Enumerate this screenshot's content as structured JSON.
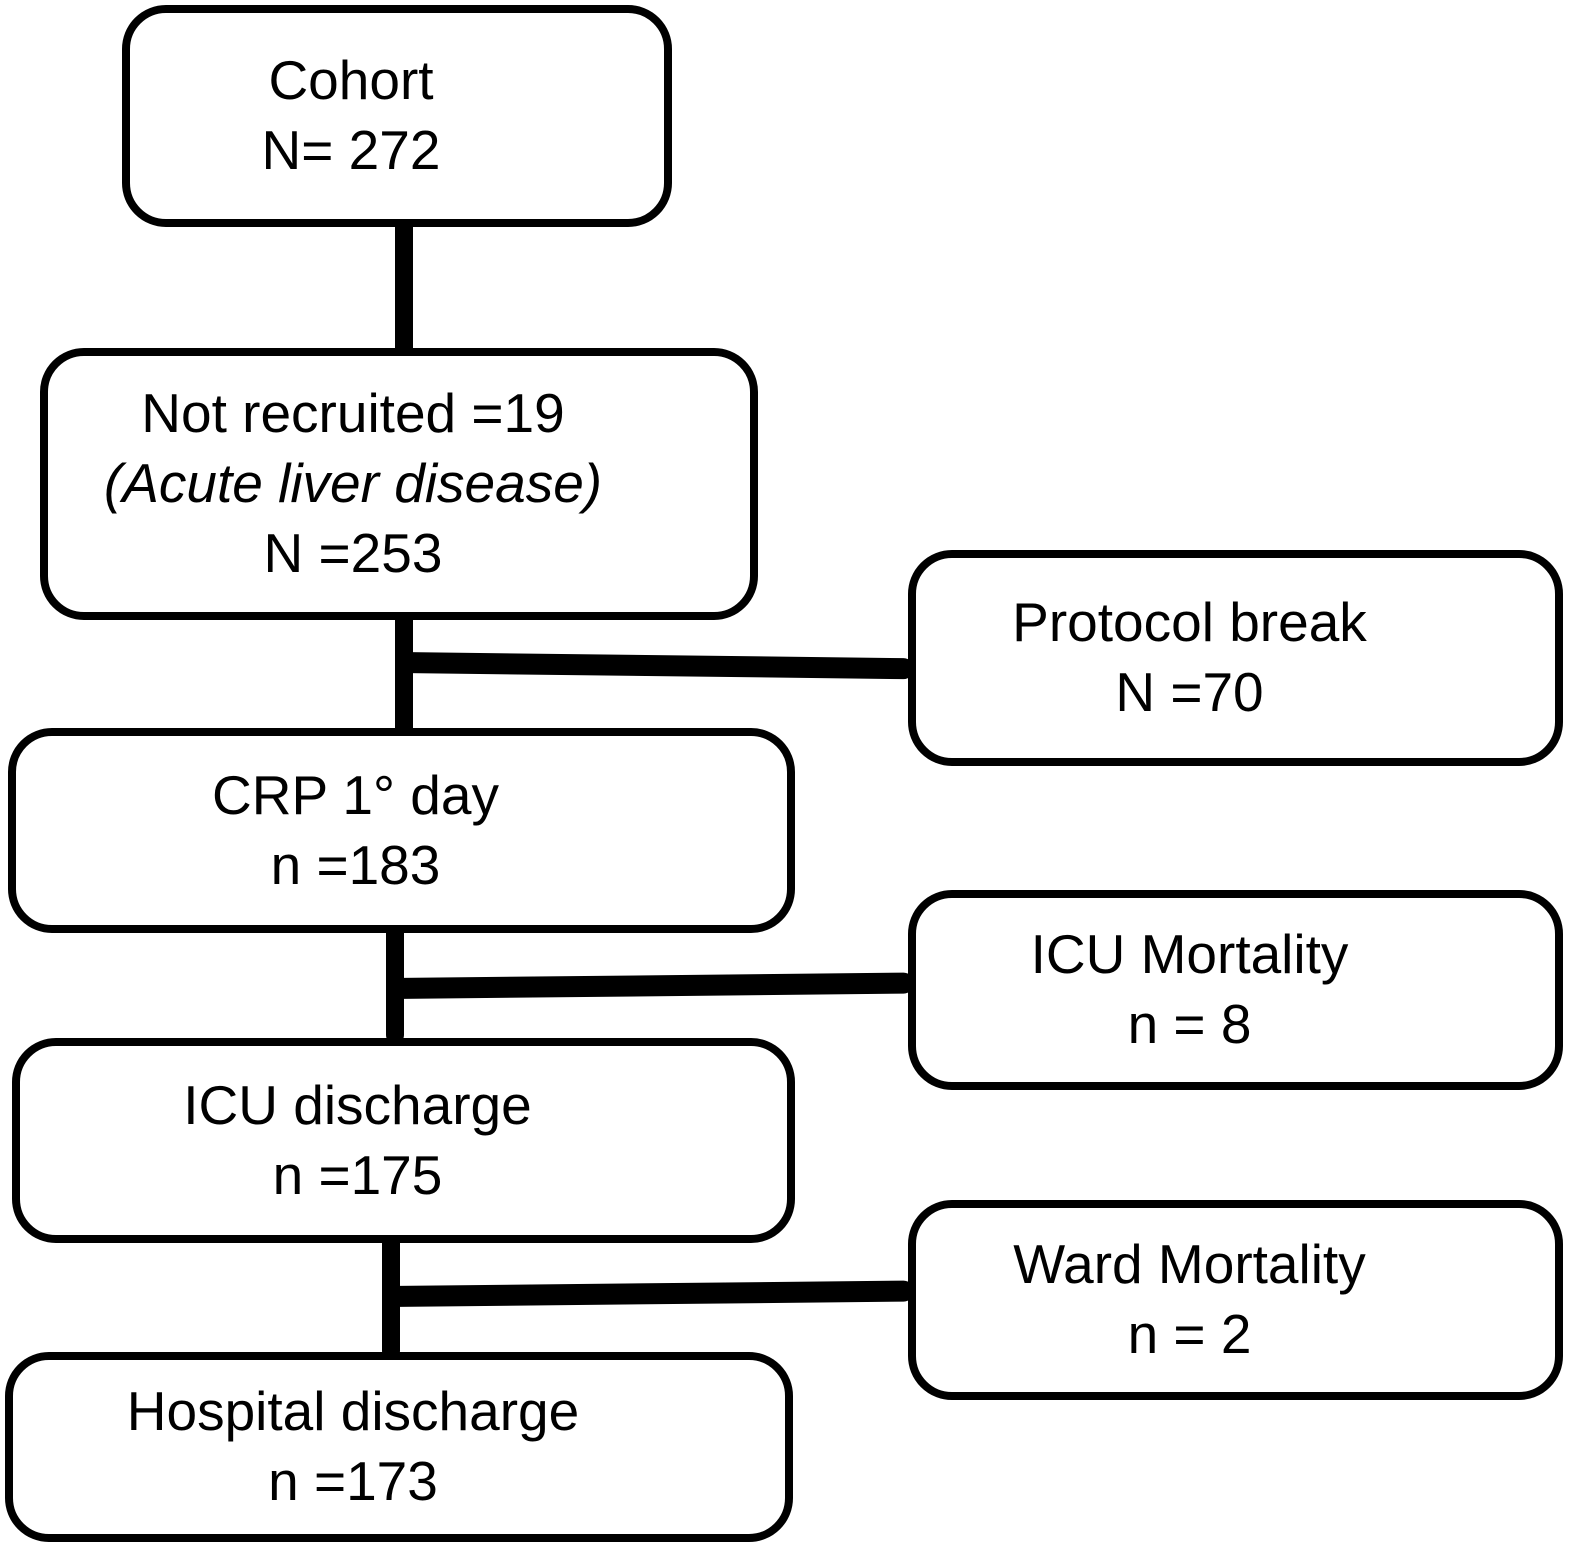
{
  "diagram_type": "flowchart",
  "colors": {
    "stroke": "#000000",
    "box_fill": "#ffffff",
    "background": "#ffffff"
  },
  "boxes": {
    "cohort": {
      "line1": "Cohort",
      "line2": "N= 272"
    },
    "not_recruited": {
      "line1": "Not recruited =19",
      "line2": "(Acute liver disease)",
      "line3": "N =253"
    },
    "protocol_break": {
      "line1": "Protocol break",
      "line2": "N =70"
    },
    "crp_day1": {
      "line1": "CRP 1° day",
      "line2": "n =183"
    },
    "icu_mortality": {
      "line1": "ICU Mortality",
      "line2": "n = 8"
    },
    "icu_discharge": {
      "line1": "ICU discharge",
      "line2": "n =175"
    },
    "ward_mortality": {
      "line1": "Ward Mortality",
      "line2": "n = 2"
    },
    "hospital_discharge": {
      "line1": "Hospital discharge",
      "line2": "n =173"
    }
  },
  "edges": [
    {
      "from": "cohort",
      "to": "not_recruited"
    },
    {
      "from": "not_recruited",
      "to": "crp_day1",
      "branch": "protocol_break"
    },
    {
      "from": "crp_day1",
      "to": "icu_discharge",
      "branch": "icu_mortality"
    },
    {
      "from": "icu_discharge",
      "to": "hospital_discharge",
      "branch": "ward_mortality"
    }
  ]
}
